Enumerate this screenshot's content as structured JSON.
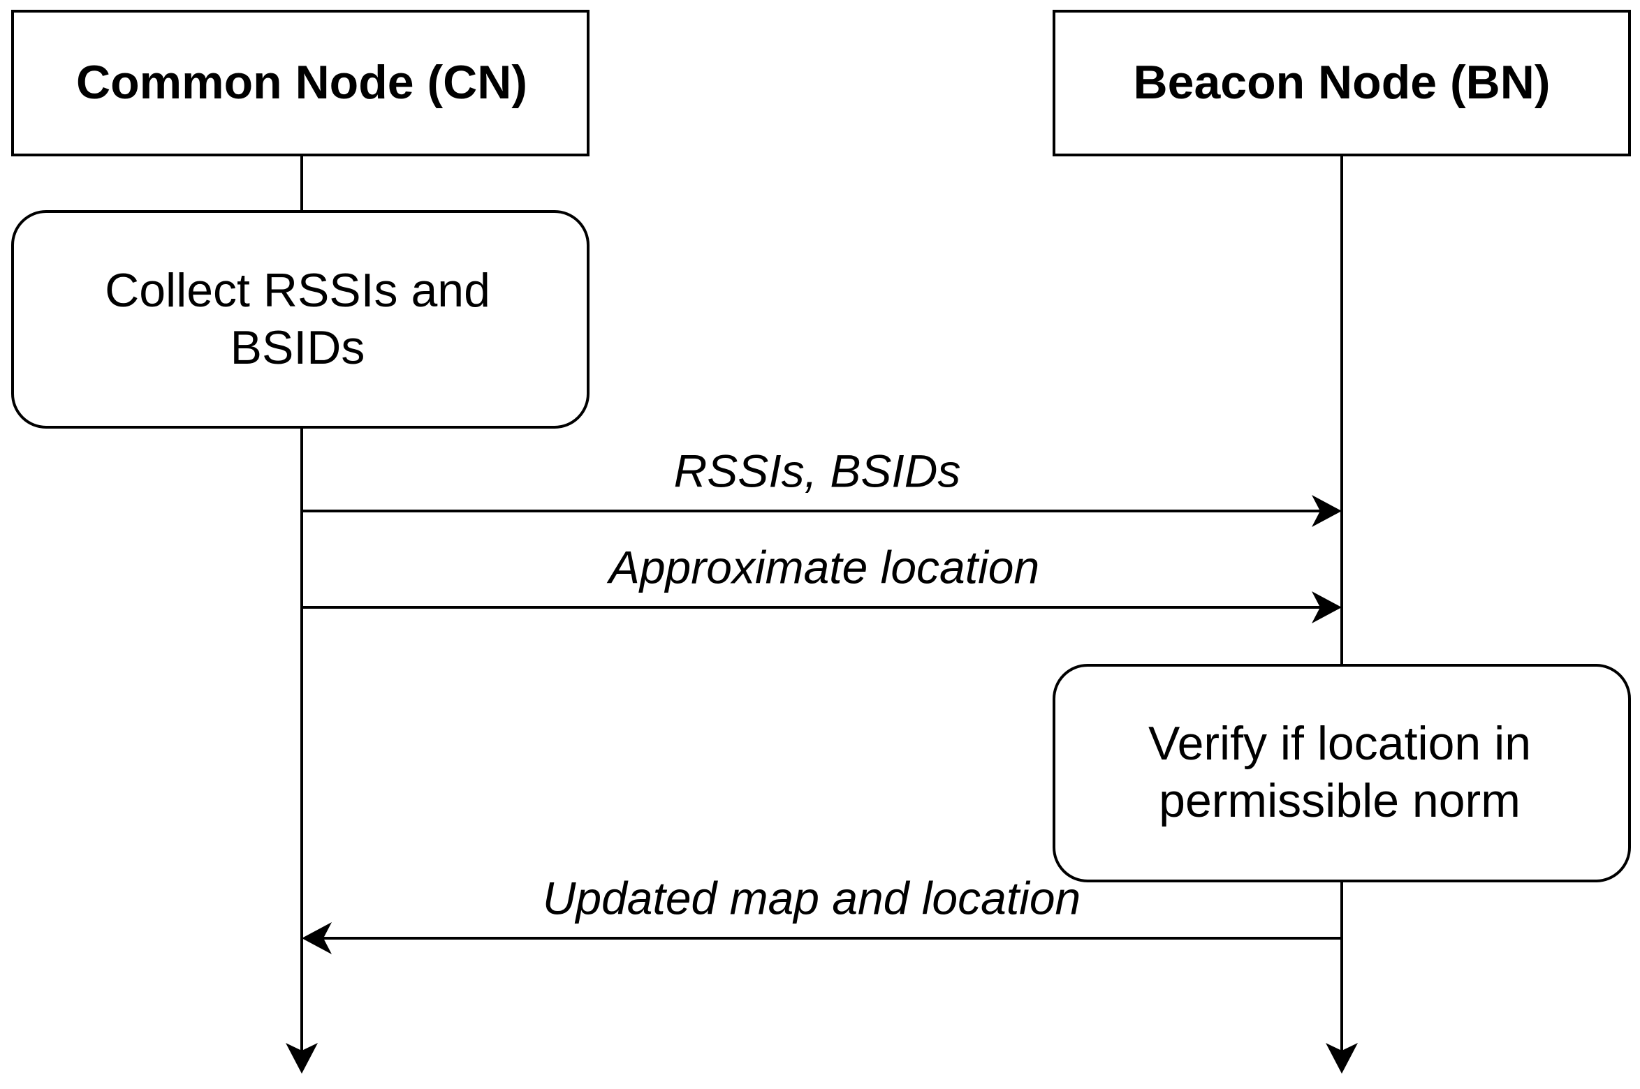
{
  "participants": {
    "cn": {
      "label": "Common Node (CN)"
    },
    "bn": {
      "label": "Beacon Node (BN)"
    }
  },
  "steps": {
    "collect": {
      "line1": "Collect RSSIs and",
      "line2": "BSIDs"
    },
    "verify": {
      "line1": "Verify if location in",
      "line2": "permissible norm"
    }
  },
  "messages": {
    "m1": {
      "label": "RSSIs, BSIDs",
      "from": "Common Node (CN)",
      "to": "Beacon Node (BN)"
    },
    "m2": {
      "label": "Approximate location",
      "from": "Common Node (CN)",
      "to": "Beacon Node (BN)"
    },
    "m3": {
      "label": "Updated map and location",
      "from": "Beacon Node (BN)",
      "to": "Common Node (CN)"
    }
  },
  "colors": {
    "stroke": "#000000",
    "fill": "#ffffff",
    "text": "#000000"
  }
}
